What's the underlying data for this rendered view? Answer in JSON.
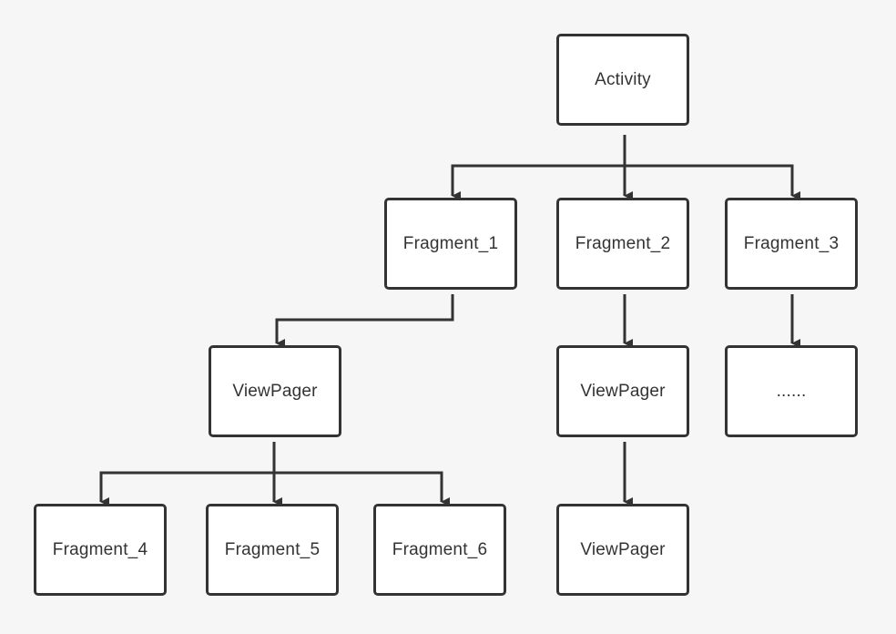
{
  "diagram": {
    "colors": {
      "background": "#f6f6f6",
      "stroke": "#333333",
      "node_fill": "#ffffff",
      "text": "#333333"
    },
    "nodes": {
      "activity": "Activity",
      "fragment_1": "Fragment_1",
      "fragment_2": "Fragment_2",
      "fragment_3": "Fragment_3",
      "viewpager_left": "ViewPager",
      "viewpager_mid": "ViewPager",
      "ellipsis": "......",
      "fragment_4": "Fragment_4",
      "fragment_5": "Fragment_5",
      "fragment_6": "Fragment_6",
      "viewpager_bottom": "ViewPager"
    },
    "edges": [
      [
        "activity",
        "fragment_1"
      ],
      [
        "activity",
        "fragment_2"
      ],
      [
        "activity",
        "fragment_3"
      ],
      [
        "fragment_1",
        "viewpager_left"
      ],
      [
        "fragment_2",
        "viewpager_mid"
      ],
      [
        "fragment_3",
        "ellipsis"
      ],
      [
        "viewpager_left",
        "fragment_4"
      ],
      [
        "viewpager_left",
        "fragment_5"
      ],
      [
        "viewpager_left",
        "fragment_6"
      ],
      [
        "viewpager_mid",
        "viewpager_bottom"
      ]
    ]
  }
}
